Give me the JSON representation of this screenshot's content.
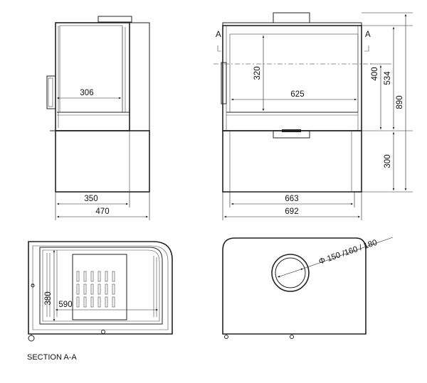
{
  "dimensions": {
    "front_inner_width": "306",
    "side_depth_inner": "350",
    "side_depth_outer": "470",
    "front_glass_height": "320",
    "front_glass_width": "625",
    "front_body_inner": "663",
    "front_body_outer": "692",
    "height_to_top": "400",
    "height_firebox": "534",
    "height_total": "890",
    "height_base": "300",
    "section_depth": "380",
    "section_width": "590",
    "flue_diameter": "Φ 150 /160 / 180"
  },
  "labels": {
    "section_marker_left": "A",
    "section_marker_right": "A",
    "section_caption": "SECTION A-A"
  }
}
